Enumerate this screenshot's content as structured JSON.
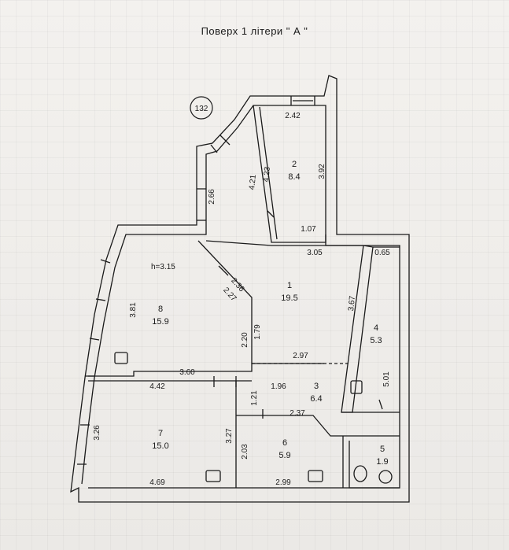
{
  "title": "Поверх  1  літери \" А \"",
  "building_no": "132",
  "height_label": "h=3.15",
  "rooms": [
    {
      "no": "1",
      "area": "19.5"
    },
    {
      "no": "2",
      "area": "8.4"
    },
    {
      "no": "3",
      "area": "6.4"
    },
    {
      "no": "4",
      "area": "5.3"
    },
    {
      "no": "5",
      "area": "1.9"
    },
    {
      "no": "6",
      "area": "5.9"
    },
    {
      "no": "7",
      "area": "15.0"
    },
    {
      "no": "8",
      "area": "15.9"
    }
  ],
  "dims": {
    "d242": "2.42",
    "d392": "3.92",
    "d423": "4.23",
    "d421": "4.21",
    "d266": "2.66",
    "d107": "1.07",
    "d305": "3.05",
    "d065": "0.65",
    "d236": "2.36",
    "d227": "2.27",
    "d381": "3.81",
    "d220": "2.20",
    "d179": "1.79",
    "d367": "3.67",
    "d297": "2.97",
    "d360": "3.60",
    "d442": "4.42",
    "d196": "1.96",
    "d501": "5.01",
    "d121": "1.21",
    "d237": "2.37",
    "d326": "3.26",
    "d327": "3.27",
    "d203": "2.03",
    "d469": "4.69",
    "d299": "2.99"
  }
}
